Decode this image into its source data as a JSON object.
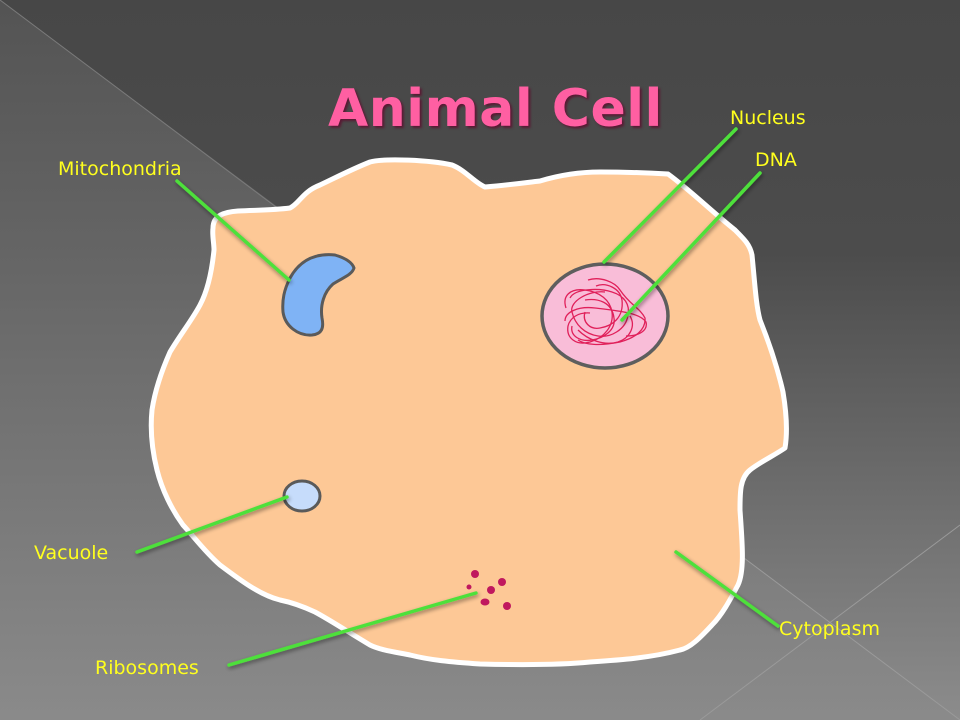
{
  "slide": {
    "title": "Animal Cell",
    "colors": {
      "background_dark": "#4a4a4a",
      "background_light": "#8a8a8a",
      "title": "#ff5fa2",
      "label_text": "#ffff1e",
      "leader_line": "#4ee03a",
      "cytoplasm": "#fdc896",
      "membrane": "#ffffff",
      "nucleus_fill": "#f9bdd8",
      "organelle_outline": "#5a5a5a",
      "dna_strand": "#e0205a",
      "mitochondria_fill": "#7fb3f5",
      "vacuole_fill": "#c6dcfb",
      "ribosome_fill": "#c0185e"
    }
  },
  "labels": {
    "nucleus": "Nucleus",
    "dna": "DNA",
    "mitochondria": "Mitochondria",
    "vacuole": "Vacuole",
    "ribosomes": "Ribosomes",
    "cytoplasm": "Cytoplasm"
  }
}
